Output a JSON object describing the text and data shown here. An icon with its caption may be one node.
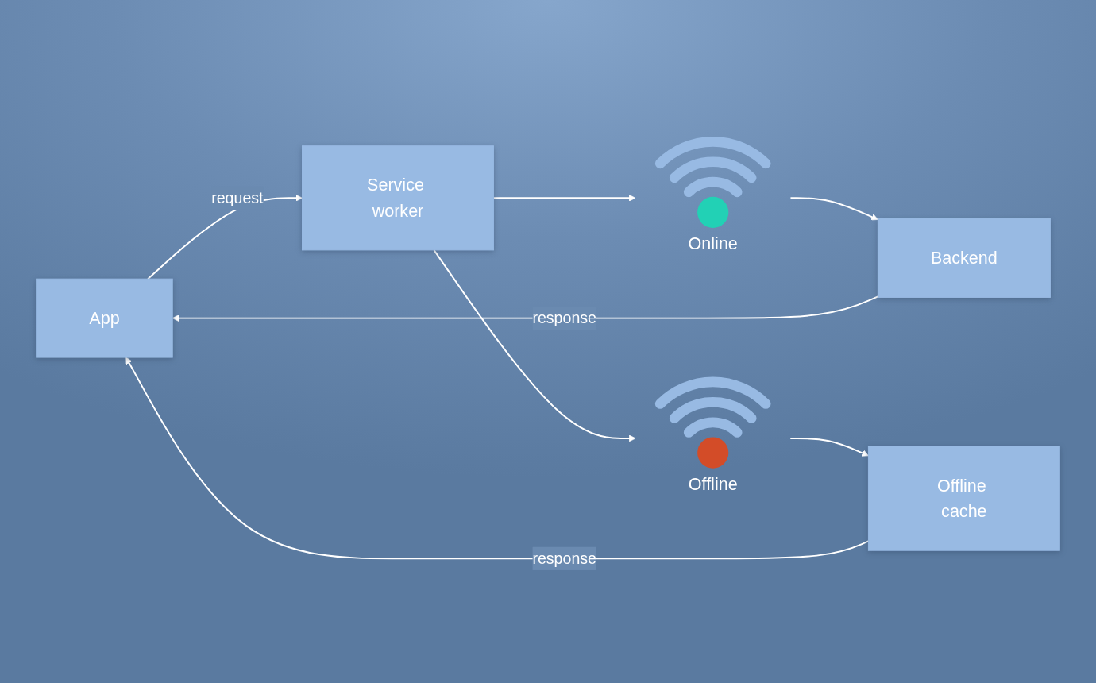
{
  "diagram": {
    "nodes": [
      {
        "text": [
          "App"
        ]
      },
      {
        "text": [
          "Service worker"
        ]
      },
      {
        "text": [
          "Online"
        ]
      },
      {
        "text": [
          "Backend"
        ]
      },
      {
        "text": [
          "Offline"
        ]
      },
      {
        "text": [
          "Offline cache"
        ]
      }
    ],
    "edges": [
      {
        "from": 0,
        "to": 1,
        "arrow": "to",
        "label": "request"
      },
      {
        "from": 1,
        "to": 2,
        "arrow": "to"
      },
      {
        "from": 2,
        "to": 3,
        "arrow": "to"
      },
      {
        "from": 3,
        "to": 0,
        "arrow": "to",
        "label": "response"
      },
      {
        "from": 1,
        "to": 4,
        "arrow": "to"
      },
      {
        "from": 4,
        "to": 5,
        "arrow": "to"
      },
      {
        "from": 5,
        "to": 0,
        "arrow": "to",
        "label": "response"
      }
    ]
  }
}
